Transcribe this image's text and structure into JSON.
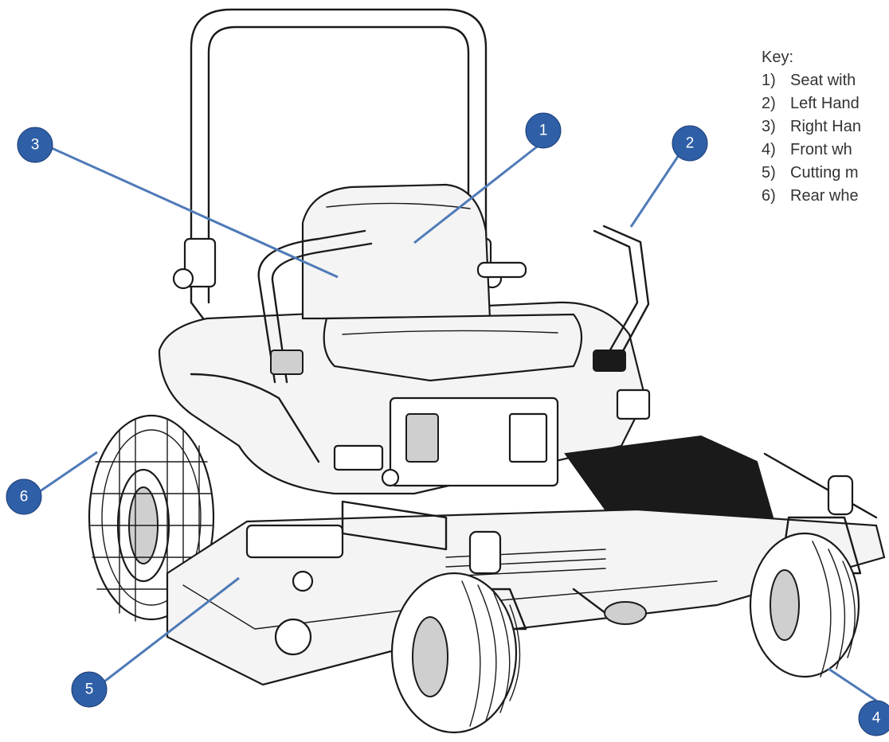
{
  "key": {
    "title": "Key:",
    "items": [
      {
        "num": "1)",
        "label": "Seat with"
      },
      {
        "num": "2)",
        "label": "Left Hand"
      },
      {
        "num": "3)",
        "label": "Right Han"
      },
      {
        "num": "4)",
        "label": "Front wh"
      },
      {
        "num": "5)",
        "label": "Cutting m"
      },
      {
        "num": "6)",
        "label": "Rear whe"
      }
    ]
  },
  "callouts": [
    {
      "id": "1",
      "label": "1"
    },
    {
      "id": "2",
      "label": "2"
    },
    {
      "id": "3",
      "label": "3"
    },
    {
      "id": "4",
      "label": "4"
    },
    {
      "id": "5",
      "label": "5"
    },
    {
      "id": "6",
      "label": "6"
    }
  ],
  "colors": {
    "callout_fill": "#2f5fa6",
    "leader_line": "#4f7ab8",
    "ink": "#1a1a1a"
  }
}
